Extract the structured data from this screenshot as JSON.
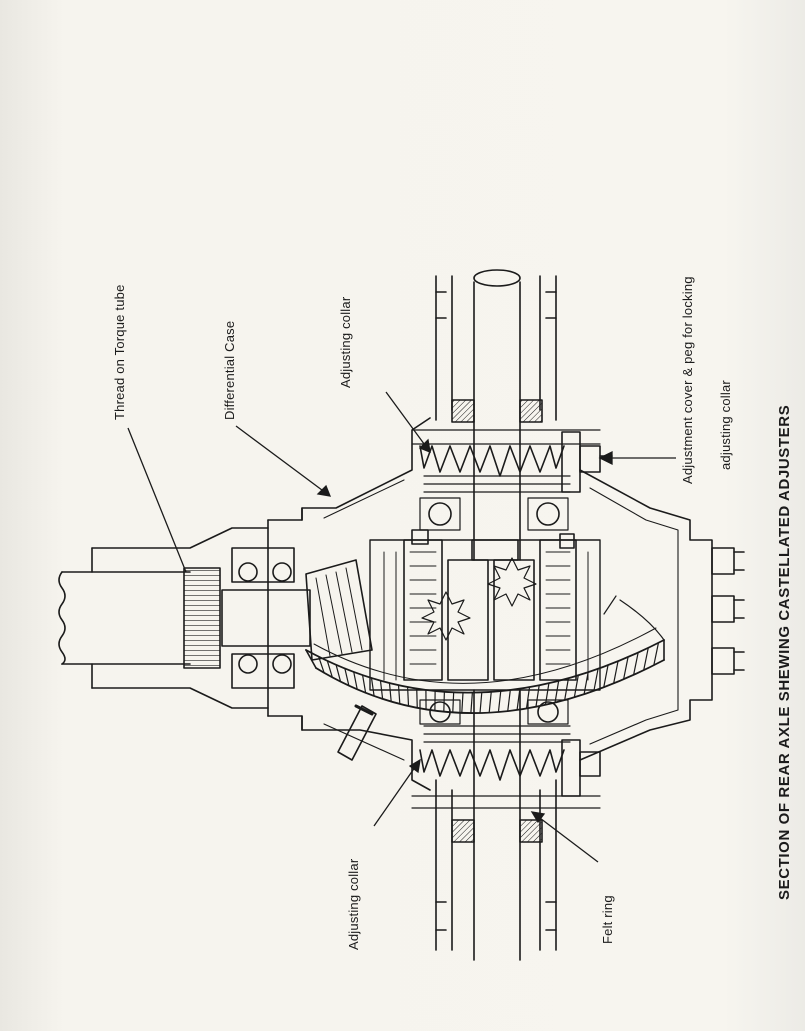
{
  "labels": {
    "thread_on_torque_tube": "Thread on Torque tube",
    "differential_case": "Differential Case",
    "adjusting_collar_top": "Adjusting collar",
    "adjustment_cover_line1": "Adjustment cover & peg for locking",
    "adjustment_cover_line2": "adjusting collar",
    "adjusting_collar_bottom": "Adjusting collar",
    "felt_ring": "Felt ring"
  },
  "caption": "SECTION OF REAR AXLE SHEWING CASTELLATED ADJUSTERS",
  "colors": {
    "ink": "#1b1b1b",
    "paper": "#f4f2ec",
    "shading": "#6a6a6a"
  }
}
